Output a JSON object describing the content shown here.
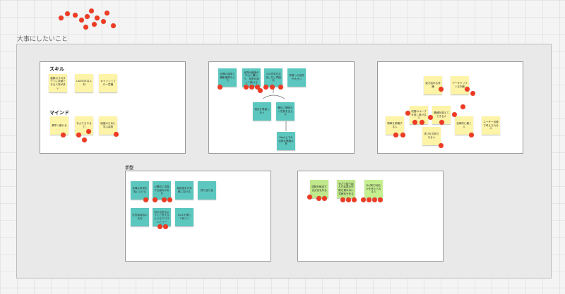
{
  "board": {
    "outer_title": "大事にしたいこと",
    "skill_label": "スキル",
    "mind_label": "マインド",
    "tekata_label": "手型"
  },
  "frame_a": {
    "notes": [
      {
        "text": "複数のプロダクトに貢献できる人材が多い",
        "color": "yellow"
      },
      {
        "text": "LADSOKな人材",
        "color": "yellow"
      },
      {
        "text": "キャッシュフロー意識",
        "color": "yellow"
      },
      {
        "text": "素早く動ける",
        "color": "yellow"
      },
      {
        "text": "なんでもやる力",
        "color": "yellow"
      },
      {
        "text": "価値のために学ぶ姿勢",
        "color": "yellow"
      }
    ]
  },
  "frame_b": {
    "notes": [
      {
        "text": "目標の達成と横断連携の入力",
        "color": "teal"
      },
      {
        "text": "全員が議論の中心に関わり、役割を超えて動ける",
        "color": "teal"
      },
      {
        "text": "人の意見を否定しない雰囲気",
        "color": "teal"
      },
      {
        "text": "学習への投資が大きい",
        "color": "teal"
      },
      {
        "text": "相互を尊重しあう",
        "color": "teal"
      },
      {
        "text": "職位に関係なく意見を言える",
        "color": "teal"
      },
      {
        "text": "Slack上での活発な情報共有",
        "color": "teal"
      }
    ]
  },
  "frame_c": {
    "notes": [
      {
        "text": "突き詰める意識",
        "color": "yellow"
      },
      {
        "text": "データドリブンな判断",
        "color": "yellow"
      },
      {
        "text": "改善のループを回し続ける人",
        "color": "yellow"
      },
      {
        "text": "職種を越えてできる人",
        "color": "yellow"
      },
      {
        "text": "物事を俯瞰する人",
        "color": "yellow"
      },
      {
        "text": "学びを共有できる人",
        "color": "yellow"
      },
      {
        "text": "自律的に動く人",
        "color": "yellow"
      },
      {
        "text": "ユーザー目線で考えられる人",
        "color": "yellow"
      }
    ]
  },
  "frame_d": {
    "notes": [
      {
        "text": "多様な意見を吸い上げる",
        "color": "teal"
      },
      {
        "text": "公開前に見直す仕組みがある",
        "color": "teal"
      },
      {
        "text": "相談相手を気軽に探せる",
        "color": "teal"
      },
      {
        "text": "振り返り会",
        "color": "teal"
      },
      {
        "text": "社内勉強会の文化",
        "color": "teal"
      },
      {
        "text": "何か出来るようにと思えるようなクロスレビュー",
        "color": "teal"
      },
      {
        "text": "1on1を通じて気づく",
        "color": "teal"
      }
    ]
  },
  "frame_e": {
    "notes": [
      {
        "text": "挑戦を歓迎する文化を作る",
        "color": "lime"
      },
      {
        "text": "全力で取り組んだ結果の失敗を責めない雰囲気を作る",
        "color": "lime"
      },
      {
        "text": "なぜ取り組むかを考えられる人",
        "color": "lime"
      }
    ]
  }
}
